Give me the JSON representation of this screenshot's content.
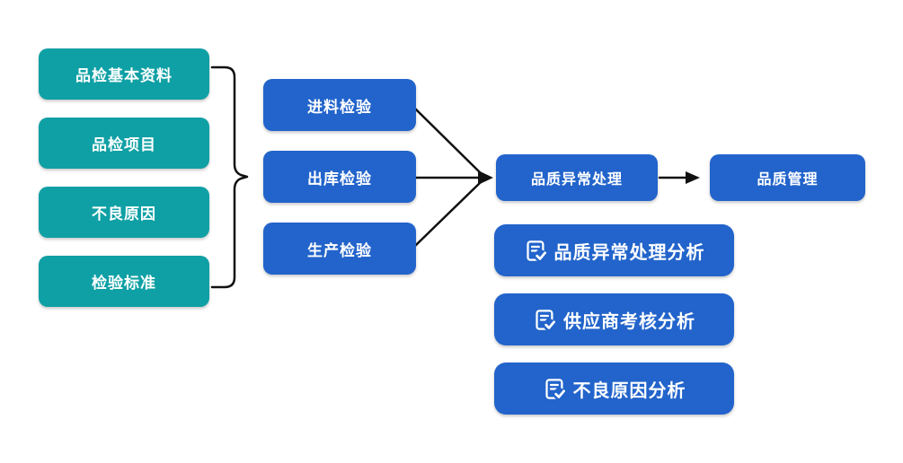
{
  "diagram": {
    "colors": {
      "teal_node": "#0FA0A5",
      "blue_node": "#2264CB",
      "connector": "#111111",
      "node_text": "#ffffff",
      "background": "#ffffff"
    },
    "source_nodes": [
      {
        "label": "品检基本资料"
      },
      {
        "label": "品检项目"
      },
      {
        "label": "不良原因"
      },
      {
        "label": "检验标准"
      }
    ],
    "inspection_nodes": [
      {
        "label": "进料检验"
      },
      {
        "label": "出库检验"
      },
      {
        "label": "生产检验"
      }
    ],
    "process_node": {
      "label": "品质异常处理"
    },
    "result_node": {
      "label": "品质管理"
    },
    "analysis_nodes": [
      {
        "label": "品质异常处理分析",
        "icon": "document-check-icon"
      },
      {
        "label": "供应商考核分析",
        "icon": "document-check-icon"
      },
      {
        "label": "不良原因分析",
        "icon": "document-check-icon"
      }
    ]
  }
}
